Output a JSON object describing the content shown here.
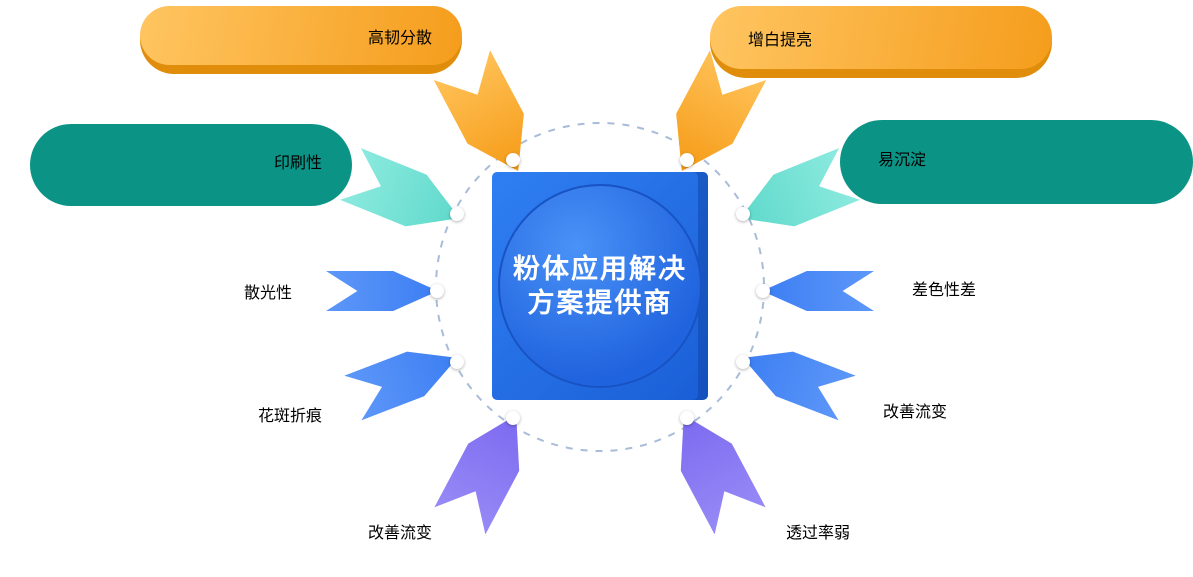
{
  "center": {
    "title_line1": "粉体应用解决",
    "title_line2": "方案提供商"
  },
  "left_items": [
    {
      "label": "高韧分散",
      "icon": "pie-chart-icon",
      "color": "orange"
    },
    {
      "label": "印刷性",
      "icon": "printing-press-icon",
      "color": "teal"
    },
    {
      "label": "散光性",
      "icon": "layers-icon",
      "color": "blue"
    },
    {
      "label": "花斑折痕",
      "icon": "map-icon",
      "color": "blue"
    },
    {
      "label": "改善流变",
      "icon": "trend-pen-icon",
      "color": "purple"
    }
  ],
  "right_items": [
    {
      "label": "增白提亮",
      "icon": "leaf-icon",
      "color": "orange"
    },
    {
      "label": "易沉淀",
      "icon": "puzzle-icon",
      "color": "teal"
    },
    {
      "label": "差色性差",
      "icon": "color-circles-icon",
      "color": "blue"
    },
    {
      "label": "改善流变",
      "icon": "flow-adjust-icon",
      "color": "blue"
    },
    {
      "label": "透过率弱",
      "icon": "line-chart-icon",
      "color": "purple"
    }
  ],
  "colors": {
    "orange": "#f59d1c",
    "teal": "#10a998",
    "blue": "#2d6de7",
    "purple": "#7666ee",
    "center_blue": "#2063de",
    "dashed_ring": "#a8bcd9"
  }
}
